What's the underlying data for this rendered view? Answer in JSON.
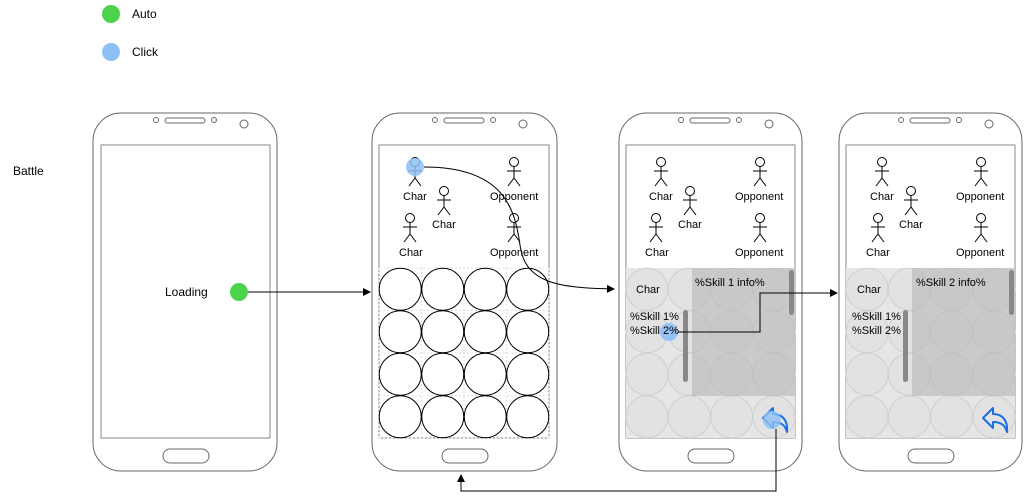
{
  "legend": {
    "auto_label": "Auto",
    "click_label": "Click",
    "auto_color": "#4cd34c",
    "click_color": "#8ec0f5"
  },
  "row_label": "Battle",
  "screen1": {
    "loading_label": "Loading"
  },
  "screen2": {
    "char_labels": [
      "Char",
      "Char",
      "Char"
    ],
    "opponent_labels": [
      "Opponent",
      "Opponent"
    ],
    "grid_rows": 4,
    "grid_cols": 4
  },
  "screen3": {
    "char_labels": [
      "Char",
      "Char",
      "Char"
    ],
    "opponent_labels": [
      "Opponent",
      "Opponent"
    ],
    "panel_char": "Char",
    "skill1": "%Skill 1%",
    "skill2": "%Skill 2%",
    "skill_info": "%Skill 1 info%"
  },
  "screen4": {
    "char_labels": [
      "Char",
      "Char",
      "Char"
    ],
    "opponent_labels": [
      "Opponent",
      "Opponent"
    ],
    "panel_char": "Char",
    "skill1": "%Skill 1%",
    "skill2": "%Skill 2%",
    "skill_info": "%Skill 2 info%"
  },
  "icons": [
    "auto-dot-icon",
    "click-dot-icon",
    "back-arrow-icon",
    "stick-figure-icon"
  ]
}
